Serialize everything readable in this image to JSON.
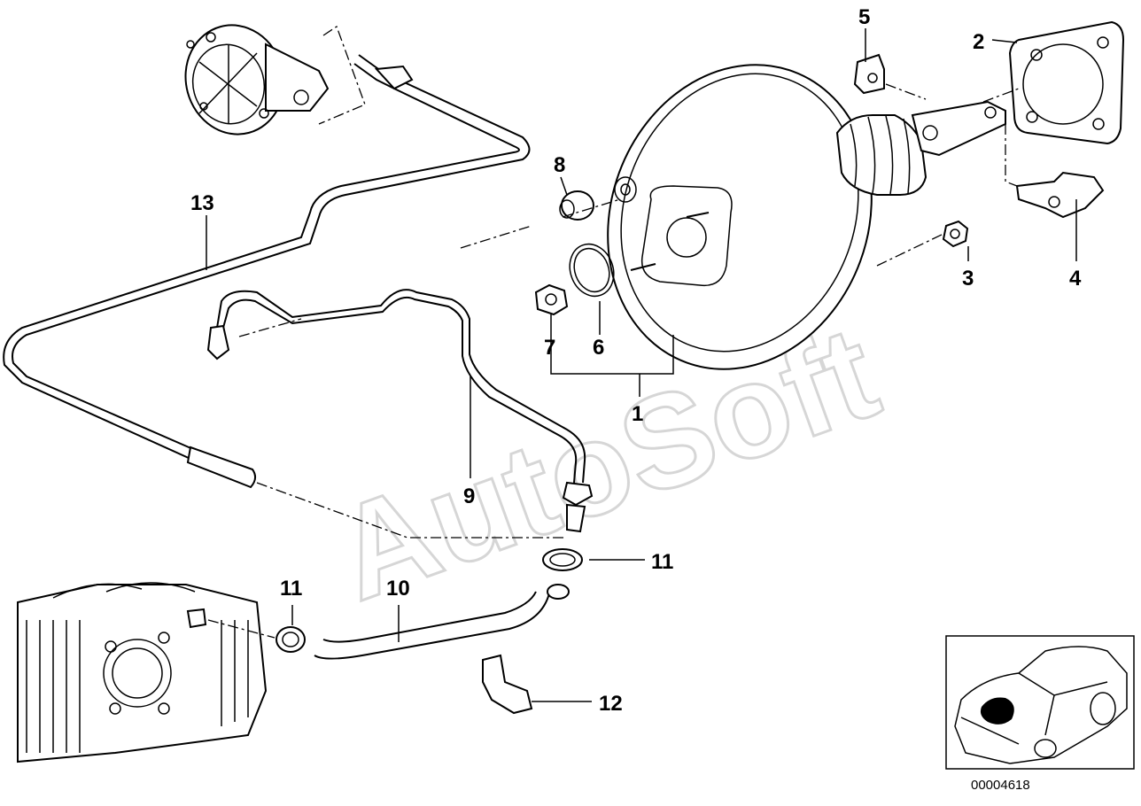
{
  "watermark": "AutoSoft",
  "diagram_code": "00004618",
  "labels": {
    "p1": "1",
    "p2": "2",
    "p3": "3",
    "p4": "4",
    "p5": "5",
    "p6": "6",
    "p7": "7",
    "p8": "8",
    "p9": "9",
    "p10": "10",
    "p11a": "11",
    "p11b": "11",
    "p12": "12",
    "p13": "13"
  }
}
